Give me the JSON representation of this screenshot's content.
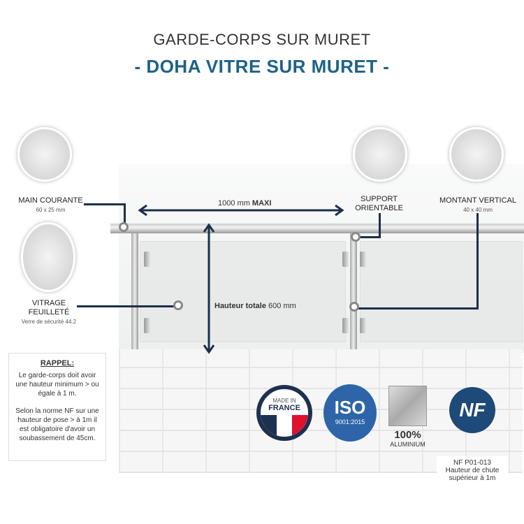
{
  "header": {
    "title": "GARDE-CORPS SUR MURET",
    "subtitle": "- DOHA VITRE SUR MURET -"
  },
  "labels": {
    "main_courante": {
      "title": "MAIN COURANTE",
      "dims": "60 x 25 mm"
    },
    "support": {
      "line1": "SUPPORT",
      "line2": "ORIENTABLE"
    },
    "montant": {
      "title": "MONTANT VERTICAL",
      "dims": "40 x 40 mm"
    },
    "vitrage": {
      "line1": "VITRAGE",
      "line2": "FEUILLETÉ",
      "desc": "Verre de sécurité 44.2"
    },
    "span": {
      "value": "1000 mm",
      "bold": "MAXI"
    },
    "height": {
      "bold": "Hauteur totale",
      "value": "600 mm"
    }
  },
  "rappel": {
    "title": "RAPPEL:",
    "p1": "Le garde-corps doit avoir une hauteur minimum > ou égale à 1 m.",
    "p2": "Selon la norme NF sur une hauteur de pose > à 1m il est obligatoire d'avoir un soubassement de 45cm."
  },
  "badges": {
    "france": {
      "line1": "MADE IN",
      "line2": "FRANCE"
    },
    "iso": {
      "logo": "ISO",
      "code": "9001:2015"
    },
    "alu": {
      "pct": "100%",
      "label": "ALUMINIUM"
    },
    "nf": {
      "logo": "NF",
      "norm": "NF P01-013",
      "desc": "Hauteur de chute supérieur à 1m"
    }
  },
  "colors": {
    "accent": "#1d6288",
    "line": "#1b2f4a"
  }
}
